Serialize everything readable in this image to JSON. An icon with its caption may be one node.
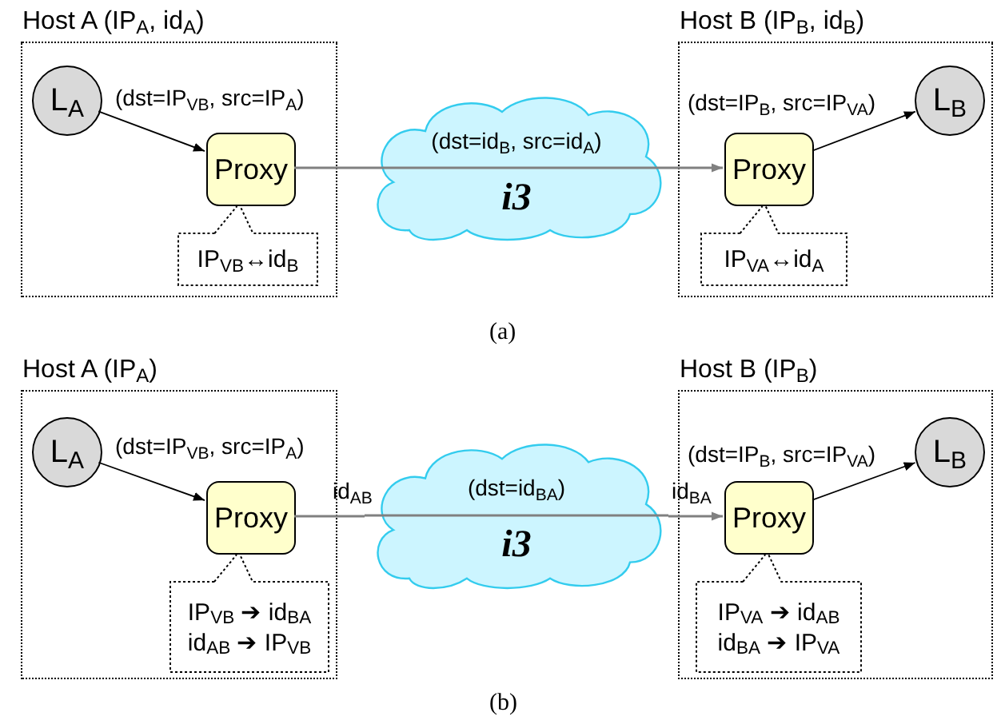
{
  "diagram": {
    "nodes": [
      {
        "text": [
          "Host A (IP$_{A}$, id$_{A}$)"
        ]
      },
      {
        "text": [
          "L$_{A}$"
        ],
        "in": 0
      },
      {
        "text": [
          "Proxy"
        ],
        "in": 0
      },
      {
        "text": [
          "IP$_{VB}$↔id$_{B}$"
        ],
        "in": 0
      },
      {
        "text": [
          "(dst=id$_{B}$, src=id$_{A}$)",
          "i3"
        ]
      },
      {
        "text": [
          "Host B (IP$_{B}$, id$_{B}$)"
        ]
      },
      {
        "text": [
          "Proxy"
        ],
        "in": 5
      },
      {
        "text": [
          "L$_{B}$"
        ],
        "in": 5
      },
      {
        "text": [
          "IP$_{VA}$↔id$_{A}$"
        ],
        "in": 5
      },
      {
        "text": [
          "Host A (IP$_{A}$)"
        ]
      },
      {
        "text": [
          "L$_{A}$"
        ],
        "in": 9
      },
      {
        "text": [
          "Proxy"
        ],
        "in": 9
      },
      {
        "text": [
          "IP$_{VB}$ ➔ id$_{BA}$",
          "id$_{AB}$ ➔ IP$_{VB}$"
        ],
        "in": 9
      },
      {
        "text": [
          "(dst=id$_{BA}$)",
          "i3"
        ]
      },
      {
        "text": [
          "Host B (IP$_{B}$)"
        ]
      },
      {
        "text": [
          "Proxy"
        ],
        "in": 14
      },
      {
        "text": [
          "L$_{B}$"
        ],
        "in": 14
      },
      {
        "text": [
          "IP$_{VA}$ ➔ id$_{AB}$",
          "id$_{BA}$ ➔ IP$_{VA}$"
        ],
        "in": 14
      }
    ],
    "edges": [
      {
        "from": 1,
        "to": 2,
        "arrow": "to",
        "label": "(dst=IP$_{VB}$, src=IP$_{A}$)"
      },
      {
        "from": 2,
        "to": 4,
        "arrow": "none",
        "color": "#808080"
      },
      {
        "from": 4,
        "to": 6,
        "arrow": "to",
        "color": "#808080"
      },
      {
        "from": 6,
        "to": 7,
        "arrow": "to",
        "label": "(dst=IP$_{B}$, src=IP$_{VA}$)"
      },
      {
        "from": 10,
        "to": 11,
        "arrow": "to",
        "label": "(dst=IP$_{VB}$, src=IP$_{A}$)"
      },
      {
        "from": 11,
        "to": 13,
        "arrow": "none",
        "label": "id$_{AB}$",
        "color": "#808080"
      },
      {
        "from": 13,
        "to": 15,
        "arrow": "to",
        "label": "id$_{BA}$",
        "color": "#808080"
      },
      {
        "from": 15,
        "to": 16,
        "arrow": "to",
        "label": "(dst=IP$_{B}$, src=IP$_{VA}$)"
      }
    ],
    "labels": [
      "(a)",
      "(b)"
    ]
  }
}
